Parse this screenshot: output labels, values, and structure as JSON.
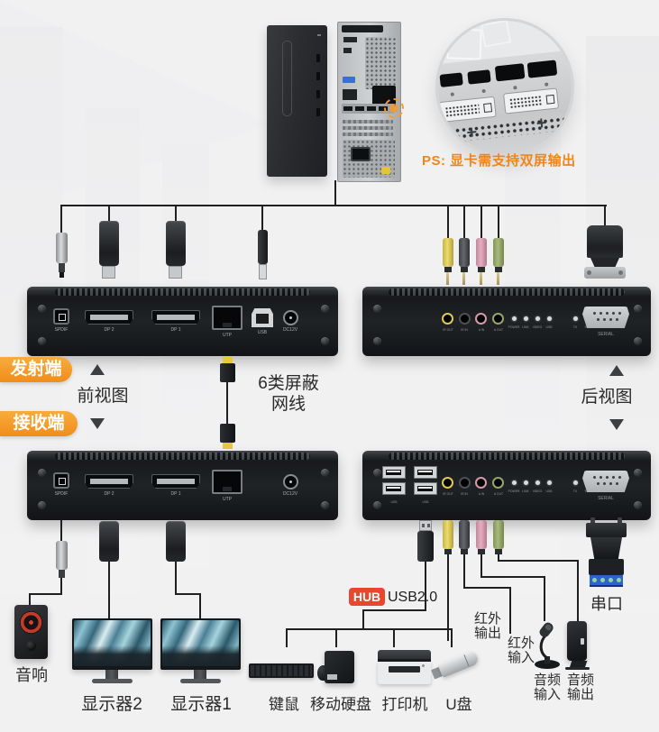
{
  "pc": {
    "note": "PS: 显卡需支持双屏输出"
  },
  "section_labels": {
    "tx_badge": "发射端",
    "rx_badge": "接收端",
    "front_view": "前视图",
    "rear_view": "后视图",
    "cat6_line1": "6类屏蔽",
    "cat6_line2": "网线"
  },
  "hub": {
    "badge": "HUB",
    "text": "USB2.0"
  },
  "endpoints": {
    "speaker": "音响",
    "monitor2": "显示器2",
    "monitor1": "显示器1",
    "kb_mouse": "键鼠",
    "hdd": "移动硬盘",
    "printer": "打印机",
    "udisk": "U盘",
    "ir_out": [
      "红外",
      "输出"
    ],
    "ir_in": [
      "红外",
      "输入"
    ],
    "audio_in": [
      "音频",
      "输入"
    ],
    "audio_out": [
      "音频",
      "输出"
    ],
    "serial": "串口"
  },
  "ports": {
    "tx_front": [
      {
        "label": "SPDIF"
      },
      {
        "label": "DP 2"
      },
      {
        "label": "DP 1"
      },
      {
        "label": "UTP"
      },
      {
        "label": "USB"
      },
      {
        "label": "DC12V"
      }
    ],
    "rx_front": [
      {
        "label": "SPDIF"
      },
      {
        "label": "DP 2"
      },
      {
        "label": "DP 1"
      },
      {
        "label": "UTP"
      },
      {
        "label": "DC12V"
      }
    ],
    "rear_jacks": [
      {
        "label": "IR OUT"
      },
      {
        "label": "IR IN"
      },
      {
        "label": "A IN"
      },
      {
        "label": "A OUT"
      }
    ],
    "rear_leds": [
      {
        "label": "POWER"
      },
      {
        "label": "LINK"
      },
      {
        "label": "VIDEO"
      },
      {
        "label": "USB"
      }
    ],
    "rear_leds2": [
      {
        "label": "TX"
      },
      {
        "label": "RX"
      }
    ],
    "usb_label": "USB",
    "serial_label": "SERIAL"
  },
  "colors": {
    "badge_orange": "#f29422",
    "note_orange": "#f08519",
    "hub_red": "#e8462e",
    "jack_yellow": "#decb52",
    "jack_black": "#4d4f52",
    "jack_pink": "#d79aac",
    "jack_green": "#95a66b",
    "cat6_yellow": "#e7c93f"
  }
}
